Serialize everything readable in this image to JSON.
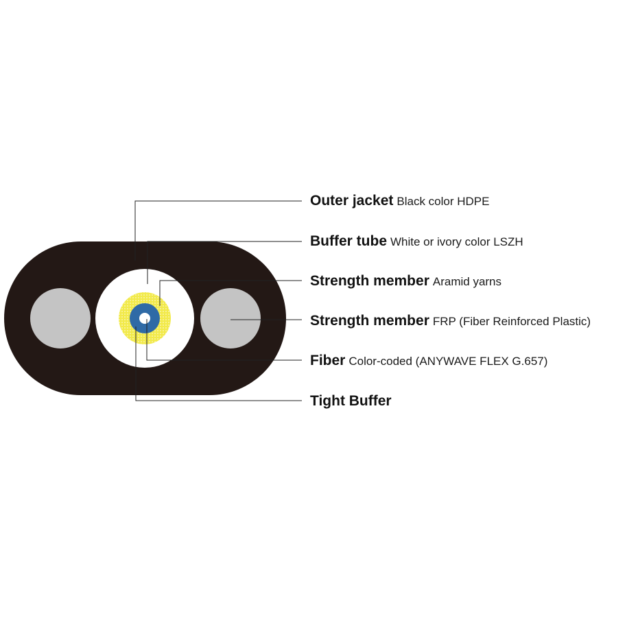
{
  "colors": {
    "jacket": "#231815",
    "buffer_tube": "#ffffff",
    "strength_member_frp": "#c4c4c4",
    "aramid_yarns": "#f2ea4a",
    "aramid_dots": "#fbf7c8",
    "tight_buffer": "#2f6aa6",
    "fiber": "#ffffff",
    "leader_line": "#222222"
  },
  "callouts": [
    {
      "name": "Outer jacket",
      "description": "Black color HDPE"
    },
    {
      "name": "Buffer tube",
      "description": "White or ivory color LSZH"
    },
    {
      "name": "Strength member",
      "description": "Aramid yarns"
    },
    {
      "name": "Strength member",
      "description": "FRP (Fiber Reinforced Plastic)"
    },
    {
      "name": "Fiber",
      "description": "Color-coded (ANYWAVE FLEX G.657)"
    },
    {
      "name": "Tight Buffer",
      "description": ""
    }
  ]
}
